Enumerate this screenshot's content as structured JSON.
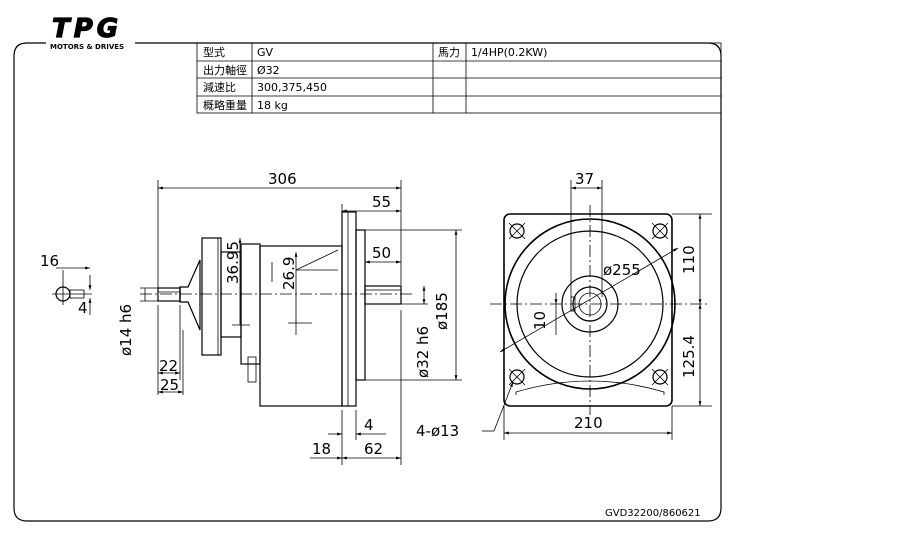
{
  "logo": {
    "mark": "TPG",
    "tagline": "MOTORS & DRIVES"
  },
  "spec_table": {
    "rows": [
      {
        "label": "型式",
        "value": "GV"
      },
      {
        "label": "出力軸徑",
        "value": "Ø32"
      },
      {
        "label": "減速比",
        "value": "300,375,450"
      },
      {
        "label": "概略重量",
        "value": "18 kg"
      }
    ],
    "power_label": "馬力",
    "power_value": "1/4HP(0.2KW)"
  },
  "dimensions": {
    "overall_length": "306",
    "flange_to_end": "55",
    "shaft_length": "50",
    "dim_36_95": "36.95",
    "dim_26_9": "26.9",
    "key_16": "16",
    "key_4": "4",
    "input_shaft": "ø14 h6",
    "dim_22": "22",
    "dim_25": "25",
    "dim_18": "18",
    "dim_4": "4",
    "dim_62": "62",
    "output_shaft": "ø32 h6",
    "flange_dia": "ø185",
    "shaft_height_37": "37",
    "pcd": "ø255",
    "dim_10": "10",
    "dim_110": "110",
    "dim_125_4": "125.4",
    "dim_210": "210",
    "bolt_holes": "4-ø13"
  },
  "drawing_number": "GVD32200/860621"
}
